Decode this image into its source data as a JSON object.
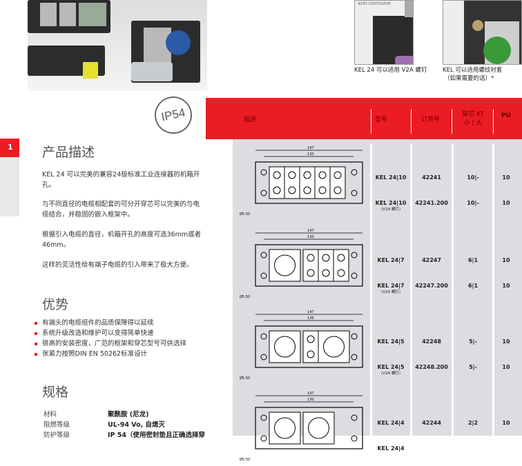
{
  "photos": {
    "main_badge": "IP54",
    "small1_label": "anti-corrosive",
    "caption1": "KEL 24 可以适用 V2A 螺钉",
    "caption2_line1": "KEL 可以适用螺纹衬套",
    "caption2_line2": "（如果需要的话）*"
  },
  "section_tab": "1",
  "description": {
    "title": "产品描述",
    "paragraphs": [
      "KEL 24 可以完美的兼容24极标准工业连接器的机箱开孔。",
      "与不同直径的电缆相配套的可分开穿芯可以完美的与电缆结合，并稳固的嵌入框架中。",
      "根据引入电缆的直径，机箱开孔的高度可选36mm或者46mm。",
      "这样的灵活性给有端子电缆的引入带来了极大方便。"
    ]
  },
  "advantages": {
    "title": "优势",
    "items": [
      "有端头的电缆组件的品质保障得以延续",
      "系统升级改造和维护可以变得简单快速",
      "很高的安装密度，广范的框架和穿芯型号可供选择",
      "张紧力按照DIN EN 50262标准设计"
    ]
  },
  "specs": {
    "title": "规格",
    "rows": [
      {
        "label": "材料",
        "value": "聚酰胺 (尼龙)"
      },
      {
        "label": "阻燃等级",
        "value": "UL-94 Vo, 自熄灭"
      },
      {
        "label": "防护等级",
        "value": "IP 54（使用密封垫且正确选择穿"
      }
    ]
  },
  "table": {
    "headers": {
      "desc": "描述",
      "type": "型号",
      "order": "订货号",
      "kt_line1": "穿芯 KT",
      "kt_line2": "小 | 大",
      "pu": "PU"
    },
    "drawing_dims": {
      "overall": "147",
      "holes": "130",
      "hole_dia": "Ø5.50"
    },
    "groups": [
      {
        "rows": [
          {
            "type": "KEL 24|10",
            "note": "",
            "order": "42241",
            "kt": "10|-",
            "pu": "10"
          },
          {
            "type": "KEL 24|10",
            "note": "(V2A 螺钉)",
            "order": "42241.200",
            "kt": "10|-",
            "pu": "10"
          }
        ]
      },
      {
        "rows": [
          {
            "type": "KEL 24|7",
            "note": "",
            "order": "42247",
            "kt": "6|1",
            "pu": "10"
          },
          {
            "type": "KEL 24|7",
            "note": "(V2A 螺钉)",
            "order": "42247.200",
            "kt": "6|1",
            "pu": "10"
          }
        ]
      },
      {
        "rows": [
          {
            "type": "KEL 24|5",
            "note": "",
            "order": "42248",
            "kt": "5|-",
            "pu": "10"
          },
          {
            "type": "KEL 24|5",
            "note": "(V2A 螺钉)",
            "order": "42248.200",
            "kt": "5|-",
            "pu": "10"
          }
        ]
      },
      {
        "rows": [
          {
            "type": "KEL 24|4",
            "note": "",
            "order": "42244",
            "kt": "2|2",
            "pu": "10"
          },
          {
            "type": "KEL 24|4",
            "note": "",
            "order": "",
            "kt": "",
            "pu": ""
          }
        ]
      }
    ]
  }
}
